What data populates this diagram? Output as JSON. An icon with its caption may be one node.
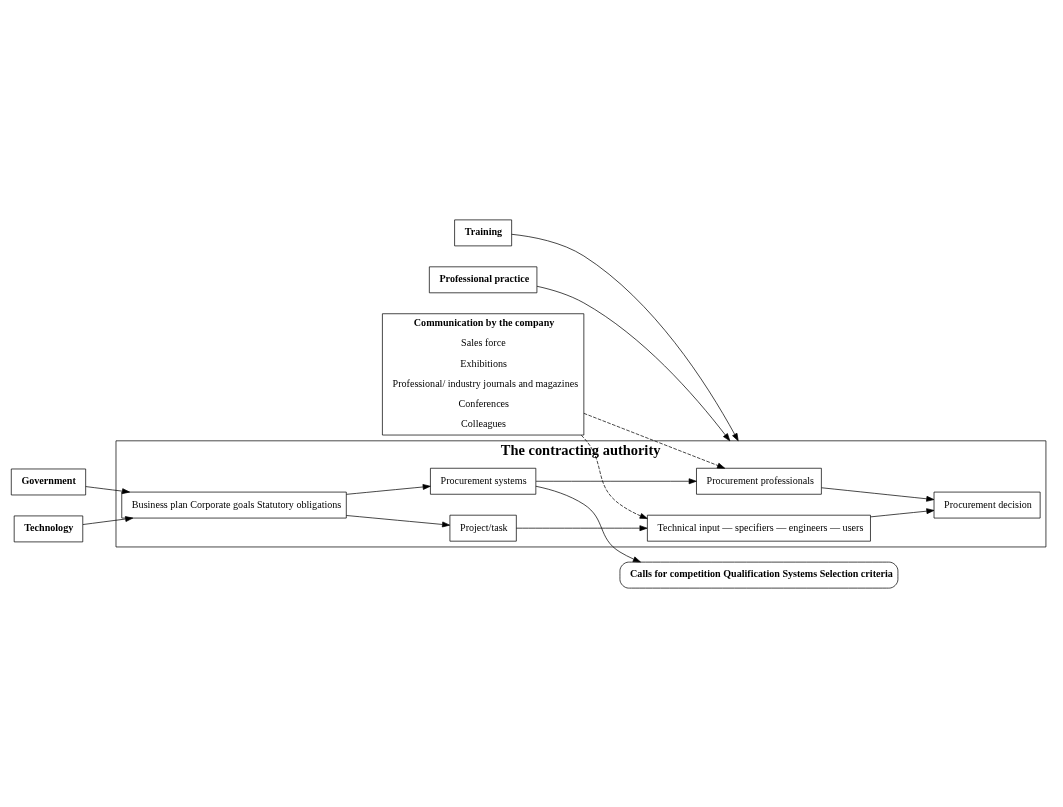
{
  "diagram": {
    "nodes": [
      {
        "text": [
          "The contracting authority"
        ]
      },
      {
        "text": [
          "Technical input — specifiers — engineers — users"
        ],
        "in": 0
      },
      {
        "text": [
          "Procurement decision"
        ],
        "in": 0
      },
      {
        "text": [
          "Project/task"
        ],
        "in": 0
      },
      {
        "text": [
          "Procurement professionals"
        ],
        "in": 0
      },
      {
        "text": [
          "Business plan Corporate goals Statutory obligations"
        ],
        "in": 0
      },
      {
        "text": [
          "Procurement systems"
        ],
        "in": 0
      },
      {
        "text": [
          "Communication by the company",
          "Sales force",
          "Exhibitions",
          "Professional/ industry journals and magazines",
          "Conferences",
          "Colleagues"
        ]
      },
      {
        "text": [
          "Training"
        ]
      },
      {
        "text": [
          "Professional practice"
        ]
      },
      {
        "text": [
          "Calls for competition Qualification Systems Selection criteria"
        ]
      },
      {
        "text": [
          "Government"
        ]
      },
      {
        "text": [
          "Technology"
        ]
      }
    ],
    "edges": [
      {
        "from": 7,
        "to": 1,
        "arrow": "to",
        "style": "dashed"
      },
      {
        "from": 7,
        "to": 4,
        "arrow": "to",
        "style": "dashed"
      },
      {
        "from": 1,
        "to": 2,
        "arrow": "to"
      },
      {
        "from": 3,
        "to": 1,
        "arrow": "to"
      },
      {
        "from": 5,
        "to": 3,
        "arrow": "to"
      },
      {
        "from": 4,
        "to": 2,
        "arrow": "to"
      },
      {
        "from": 6,
        "to": 4,
        "arrow": "to"
      },
      {
        "from": 5,
        "to": 6,
        "arrow": "to"
      },
      {
        "from": 8,
        "to": 0,
        "arrow": "to"
      },
      {
        "from": 9,
        "to": 0,
        "arrow": "to"
      },
      {
        "from": 11,
        "to": 5,
        "arrow": "to"
      },
      {
        "from": 12,
        "to": 5,
        "arrow": "to"
      },
      {
        "from": 6,
        "to": 10,
        "arrow": "to"
      }
    ]
  }
}
